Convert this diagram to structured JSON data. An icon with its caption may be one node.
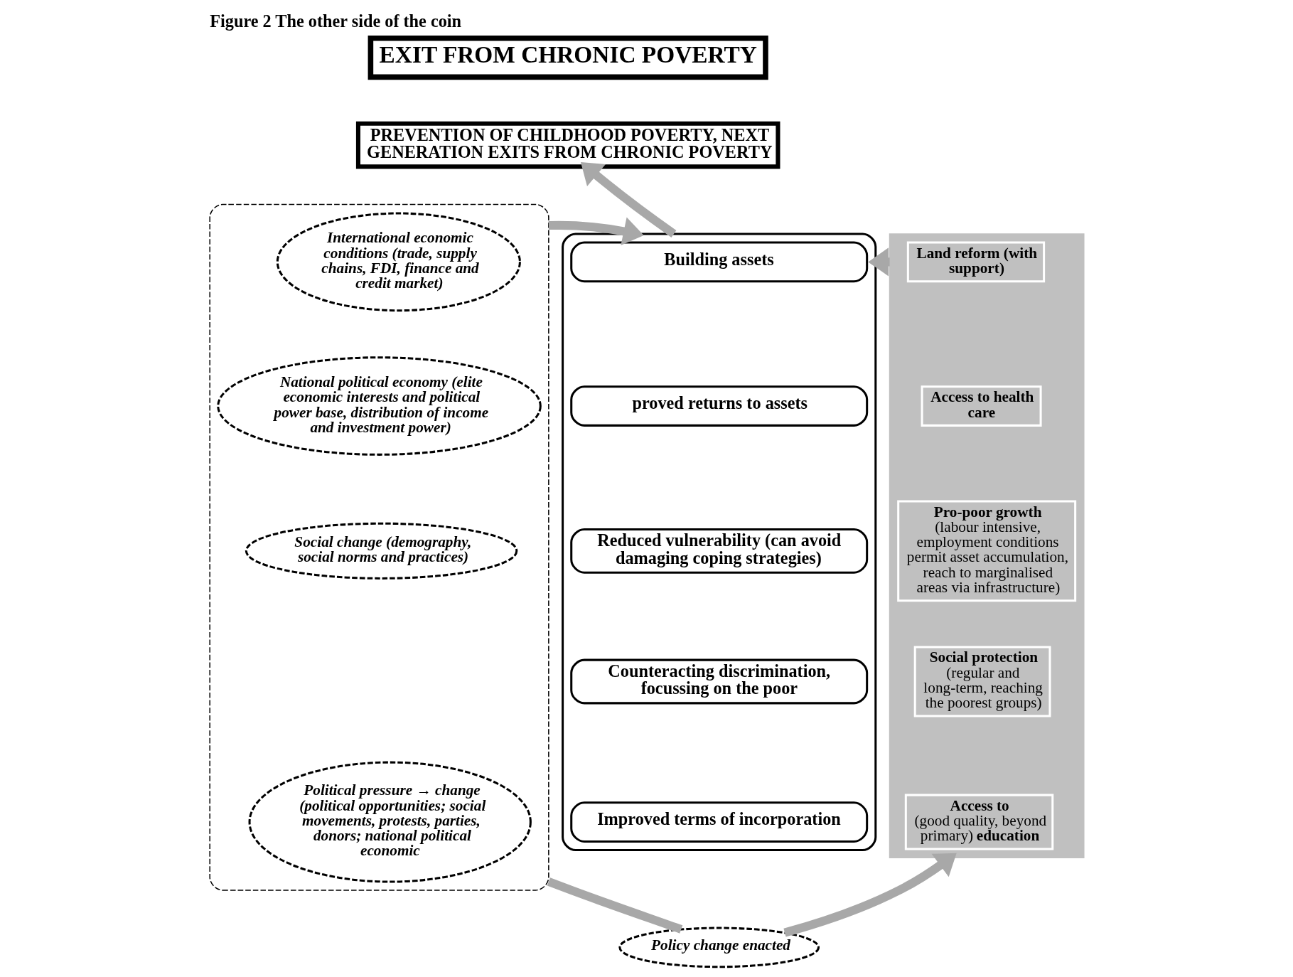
{
  "diagram": {
    "title": "Figure 2 The other side of the coin",
    "nodes": [
      {
        "text": [
          "EXIT FROM CHRONIC POVERTY"
        ]
      },
      {
        "text": [
          "PREVENTION OF CHILDHOOD POVERTY, NEXT GENERATION EXITS FROM CHRONIC POVERTY"
        ]
      },
      {
        "text": [],
        "shape": "ellipse"
      },
      {
        "text": [
          "International economic conditions (trade, supply chains, FDI, finance and credit market)"
        ],
        "in": 2
      },
      {
        "text": [
          "National political economy (elite economic interests and political power base, distribution of income and investment power)"
        ],
        "in": 2
      },
      {
        "text": [
          "Social change (demography, social norms and practices)"
        ],
        "in": 2
      },
      {
        "text": [
          "Political pressure → change (political opportunities; social movements, protests, parties, donors; national political economic"
        ],
        "in": 2
      },
      {
        "text": [],
        "shape": "box"
      },
      {
        "text": [
          "Building assets"
        ],
        "in": 7
      },
      {
        "text": [
          "proved returns to assets"
        ],
        "in": 7
      },
      {
        "text": [
          "Reduced vulnerability (can avoid damaging coping strategies)"
        ],
        "in": 7
      },
      {
        "text": [
          "Counteracting discrimination, focussing on the poor"
        ],
        "in": 7
      },
      {
        "text": [
          "Improved terms of incorporation"
        ],
        "in": 7
      },
      {
        "text": [],
        "shape": "box"
      },
      {
        "text": [
          "Land reform (with support)"
        ],
        "in": 13
      },
      {
        "text": [
          "Access to health care"
        ],
        "in": 13
      },
      {
        "text": [
          "**Pro-poor growth** (labour intensive, employment conditions permit asset accumulation, reach to marginalised areas via infrastructure)"
        ],
        "in": 13
      },
      {
        "text": [
          "**Social protection** (regular and long-term, reaching the poorest groups)"
        ],
        "in": 13
      },
      {
        "text": [
          "**Access to** (good quality, beyond primary) **education**"
        ],
        "in": 13
      },
      {
        "text": [
          "Policy change enacted"
        ]
      }
    ],
    "edges": [
      {
        "from": 7,
        "to": 1,
        "arrow": "to"
      },
      {
        "from": 2,
        "to": 7,
        "arrow": "to"
      },
      {
        "from": 13,
        "to": 7,
        "arrow": "to"
      },
      {
        "from": 2,
        "to": 19,
        "arrow": "none"
      },
      {
        "from": 19,
        "to": 13,
        "arrow": "to"
      }
    ]
  }
}
